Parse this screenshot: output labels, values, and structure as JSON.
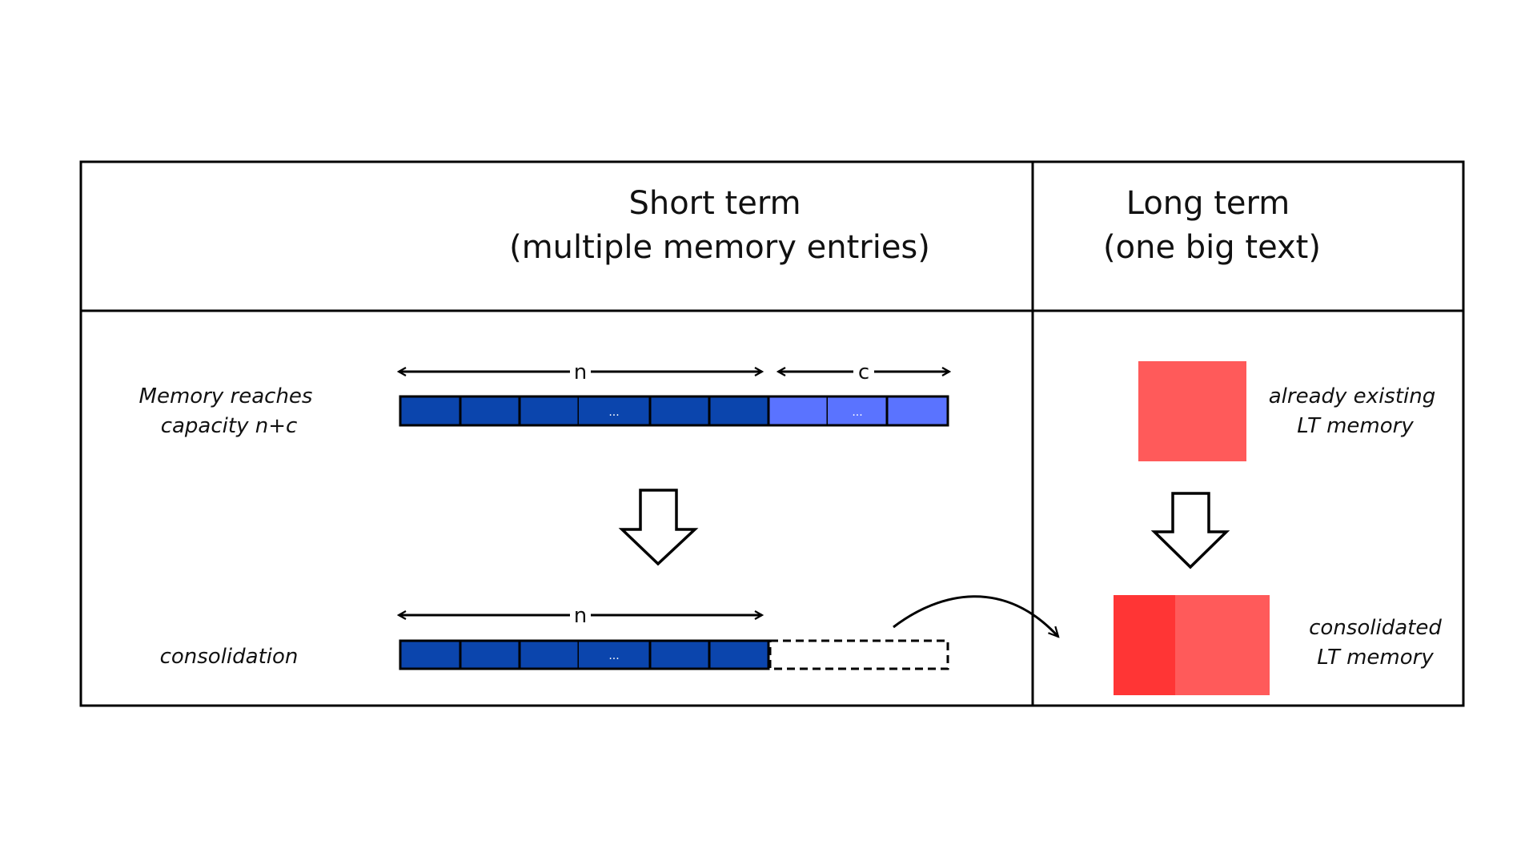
{
  "header": {
    "short_term": {
      "title": "Short term",
      "subtitle": "(multiple memory entries)"
    },
    "long_term": {
      "title": "Long term",
      "subtitle": "(one big text)"
    }
  },
  "short_term_rows": {
    "row1": {
      "label_line1": "Memory reaches",
      "label_line2": "capacity n+c",
      "bracket_n": "n",
      "bracket_c": "c",
      "ellipsis_n": "...",
      "ellipsis_c": "..."
    },
    "row2": {
      "label": "consolidation",
      "bracket_n": "n",
      "ellipsis_n": "..."
    }
  },
  "long_term_rows": {
    "row1": {
      "label_line1": "already existing",
      "label_line2": "LT memory"
    },
    "row2": {
      "label_line1": "consolidated",
      "label_line2": "LT memory"
    }
  },
  "colors": {
    "dark_blue": "#0b45ad",
    "light_blue": "#5a73ff",
    "red": "#ff5a5a",
    "bright_red": "#ff3535",
    "stroke": "#000000"
  }
}
